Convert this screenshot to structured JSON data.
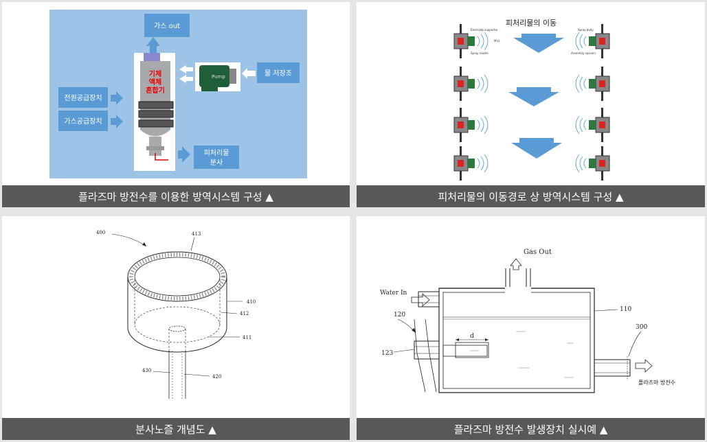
{
  "panels": [
    {
      "caption": "플라즈마 방전수를 이용한 방역시스템 구성 ▲",
      "labels": {
        "gas_out": "가스 out",
        "power": "전원공급장치",
        "gas_supply": "가스공급장치",
        "water_tank": "물 저장조",
        "spray": [
          "피처리물",
          "분사"
        ],
        "pump": "Pump",
        "mixer": [
          "기체",
          "액체",
          "혼합기"
        ]
      }
    },
    {
      "caption": "피처리물의 이동경로 상 방역시스템 구성 ▲",
      "labels": {
        "title": "피처리물의 이동",
        "electrode": "Electrode supporter",
        "spray_nozzle": "Spray nozzle",
        "mist": "Mist",
        "spray_body": "Spray body",
        "assembly": "Assembly spacers"
      }
    },
    {
      "caption": "분사노즐 개념도 ▲",
      "labels": {
        "n400": "400",
        "n413": "413",
        "n410": "410",
        "n412": "412",
        "n411": "411",
        "n430": "430",
        "n420": "420"
      }
    },
    {
      "caption": "플라즈마 방전수 발생장치 실시예 ▲",
      "labels": {
        "gas_out": "Gas Out",
        "water_in": "Water In",
        "n120": "120",
        "n123": "123",
        "d": "d",
        "n110": "110",
        "n300": "300",
        "plasma_water": "플라즈마 방전수"
      }
    }
  ]
}
